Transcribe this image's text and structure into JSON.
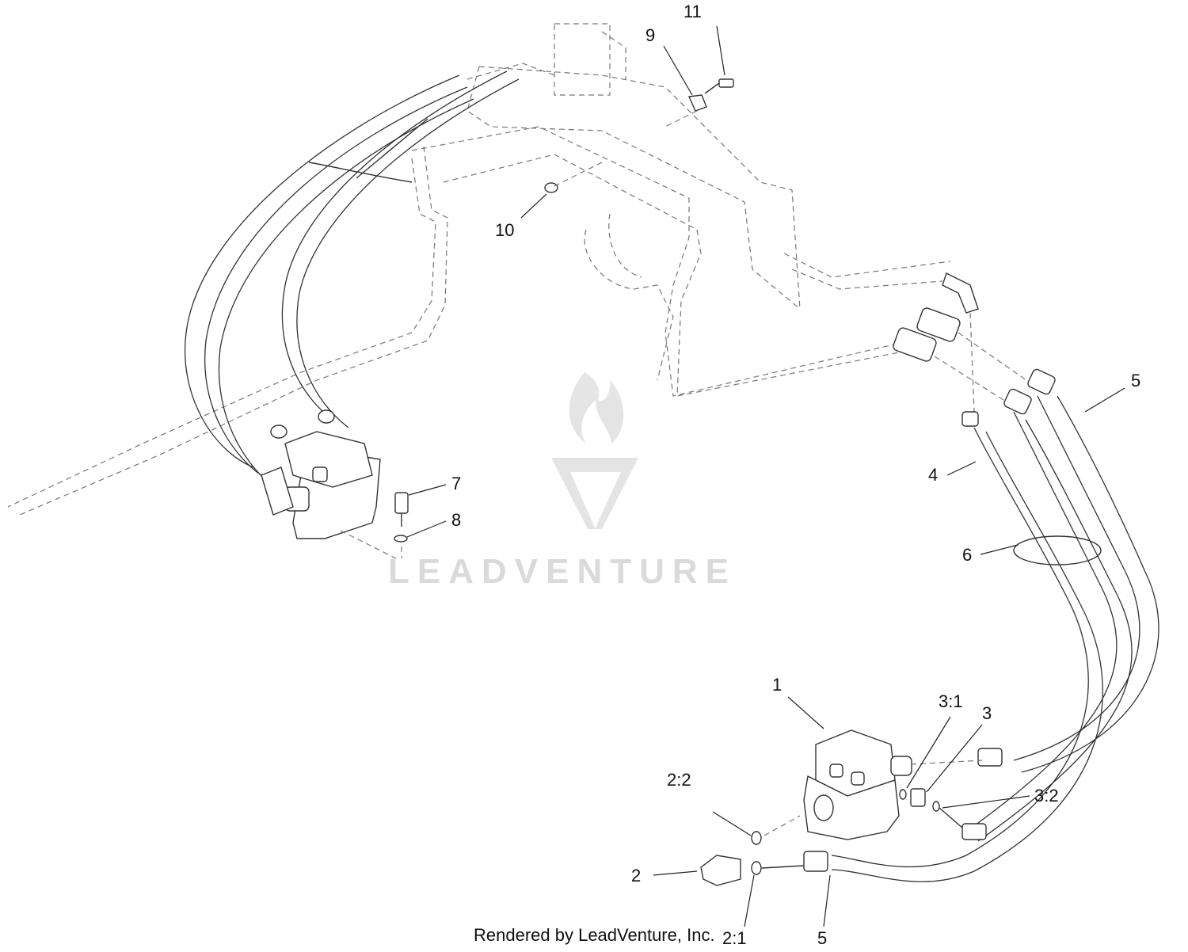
{
  "callouts": {
    "c1": "1",
    "c2": "2",
    "c2_1": "2:1",
    "c2_2": "2:2",
    "c3": "3",
    "c3_1": "3:1",
    "c3_2": "3:2",
    "c4": "4",
    "c5_top": "5",
    "c5_bottom": "5",
    "c6": "6",
    "c7": "7",
    "c8": "8",
    "c9": "9",
    "c10": "10",
    "c11": "11"
  },
  "credit": "Rendered by LeadVenture, Inc.",
  "watermark": "LEADVENTURE",
  "colors": {
    "line": "#333333",
    "phantom": "#777777",
    "watermark": "#d6d6d6"
  }
}
